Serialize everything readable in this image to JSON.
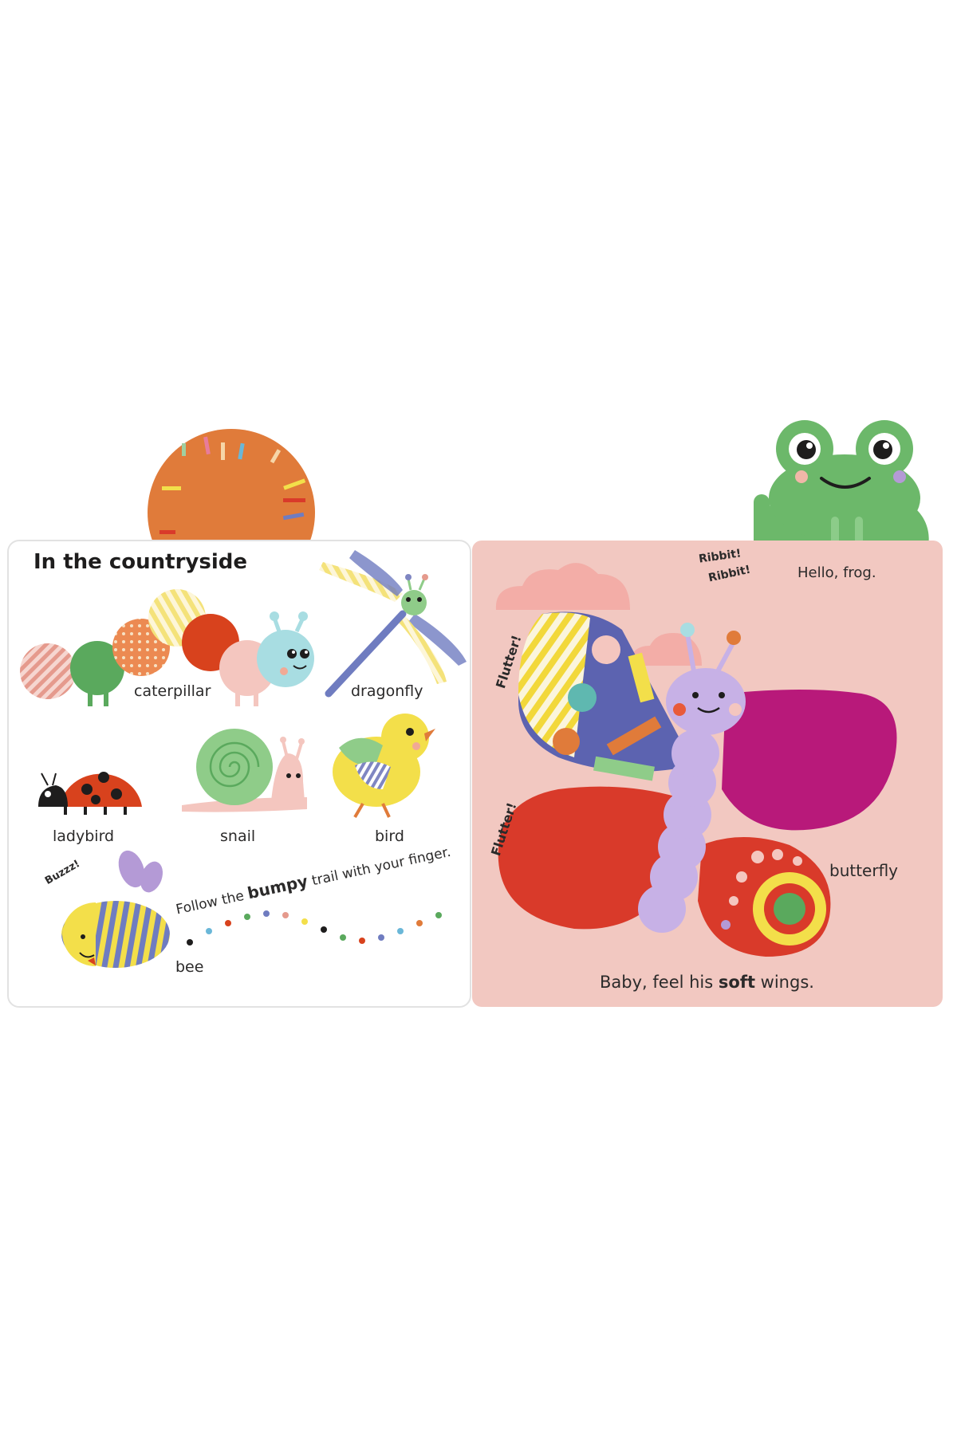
{
  "page": {
    "title": "In the countryside",
    "colors": {
      "left_page": "#ffffff",
      "right_page": "#f2c8c1",
      "frog": "#6cb86a",
      "sun_tab": "#e07b3a",
      "butterfly_felt": "#b8197a"
    }
  },
  "left_labels": {
    "caterpillar": "caterpillar",
    "dragonfly": "dragonfly",
    "ladybird": "ladybird",
    "snail": "snail",
    "bird": "bird",
    "bee": "bee",
    "buzz": "Buzzz!"
  },
  "trail": {
    "part1": "Follow the ",
    "emphasis": "bumpy",
    "part2": " trail with your finger."
  },
  "right_labels": {
    "ribbit1": "Ribbit!",
    "ribbit2": "Ribbit!",
    "hello": "Hello, frog.",
    "flutter1": "Flutter!",
    "flutter2": "Flutter!",
    "butterfly": "butterfly"
  },
  "caption": {
    "part1": "Baby, feel his ",
    "emphasis": "soft",
    "part2": " wings."
  }
}
